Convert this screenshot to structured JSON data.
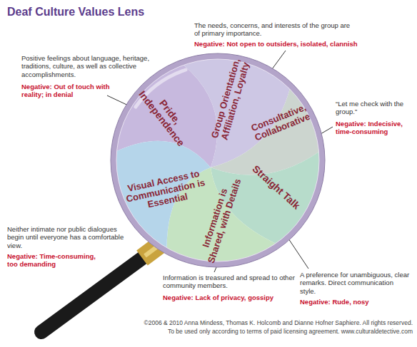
{
  "diagram": {
    "title": "Deaf Culture Values Lens",
    "nodes": [
      {
        "text": [
          "Pride, Independence"
        ]
      },
      {
        "text": [
          "Group Orientation, Affiliation, Loyalty"
        ]
      },
      {
        "text": [
          "Consultative, Collaborative"
        ]
      },
      {
        "text": [
          "Straight Talk"
        ]
      },
      {
        "text": [
          "Information is Shared, with Details"
        ]
      },
      {
        "text": [
          "Visual Access to Communication is Essential"
        ]
      }
    ],
    "labels": [
      "The needs, concerns, and interests of the group are of primary importance.",
      "Negative: Not open to outsiders, isolated, clannish",
      "Positive feelings about language, heritage, traditions, culture, as well as collective accomplishments.",
      "Negative: Out of touch with reality; in denial",
      "“Let me check with the group.”",
      "Negative: Indecisive, time-consuming",
      "Neither intimate nor public dialogues begin until everyone has a comfortable view.",
      "Negative: Time-consuming, too demanding",
      "A preference for unambiguous, clear remarks. Direct communication style.",
      "Negative: Rude, nosy",
      "Information is treasured and spread to other community members.",
      "Negative: Lack of privacy, gossipy",
      "©2006 & 2010 Anna Mindess, Thomas K. Holcomb and Dianne Hofner Saphiere. All rights reserved.",
      "To be used only according to terms of paid licensing agreement. www.culturaldetective.com"
    ]
  }
}
